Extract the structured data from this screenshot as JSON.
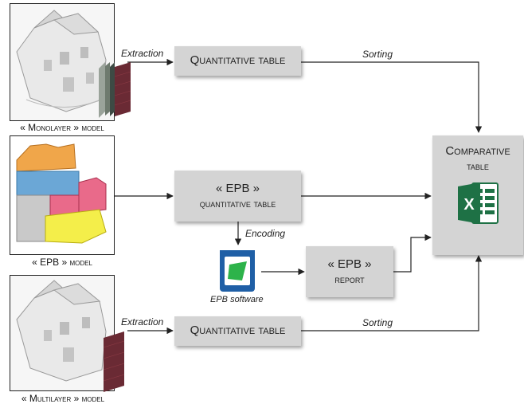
{
  "models": {
    "monolayer": "« Monolayer » model",
    "epb": "« EPB » model",
    "multilayer": "« Multilayer » model"
  },
  "boxes": {
    "qt_top": "Quantitative table",
    "epb_qt_line1": "« EPB »",
    "epb_qt_line2": "quantitative table",
    "epb_report_line1": "« EPB »",
    "epb_report_line2": "report",
    "qt_bottom": "Quantitative table",
    "comparative_line1": "Comparative",
    "comparative_line2": "table"
  },
  "arrow_labels": {
    "extraction_top": "Extraction",
    "sorting_top": "Sorting",
    "encoding": "Encoding",
    "extraction_bottom": "Extraction",
    "sorting_bottom": "Sorting"
  },
  "software": {
    "label": "EPB software"
  },
  "icons": {
    "excel": "excel-icon",
    "epb_software": "epb-software-logo",
    "walls": "wall-layers-icon"
  },
  "colors": {
    "box_fill": "#d4d4d4",
    "excel_green": "#1e7145",
    "epb_blue": "#1f5fa6",
    "epb_green": "#2db34a"
  }
}
